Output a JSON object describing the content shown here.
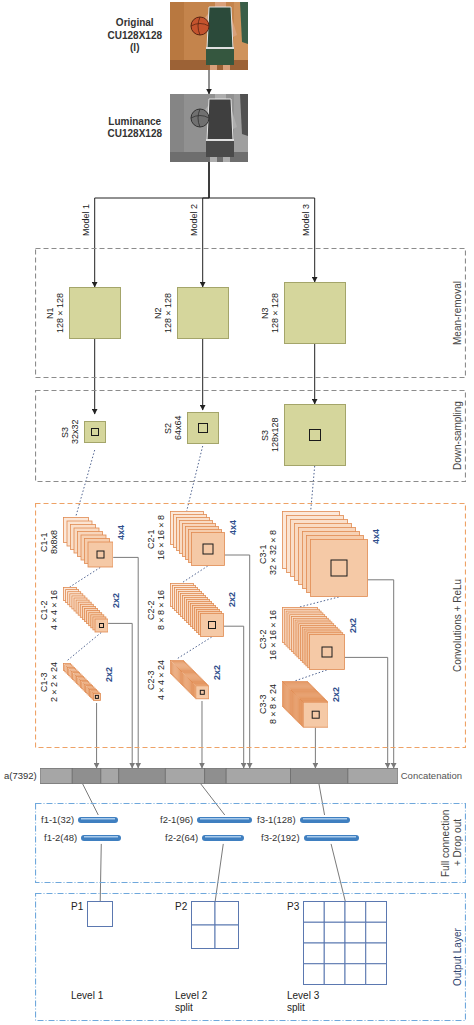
{
  "diagram": {
    "nodes": [
      {
        "text": [
          "Original CU128X128 (I)"
        ]
      },
      {
        "text": [
          "Luminance CU128X128"
        ]
      },
      {
        "text": [
          "Mean-removal"
        ]
      },
      {
        "text": [
          "N1 128×128"
        ],
        "in": 2
      },
      {
        "text": [
          "N2 128×128"
        ],
        "in": 2
      },
      {
        "text": [
          "N3 128×128"
        ],
        "in": 2
      },
      {
        "text": [
          "Down-sampling"
        ]
      },
      {
        "text": [
          "S3 32x32"
        ],
        "in": 6
      },
      {
        "text": [
          "S2 64x64"
        ],
        "in": 6
      },
      {
        "text": [
          "S3 128x128"
        ],
        "in": 6
      },
      {
        "text": [
          "Convolutions + ReLu"
        ]
      },
      {
        "text": [
          "C1-1 8x8x8"
        ],
        "in": 10
      },
      {
        "text": [
          "C1-2 4×4×16"
        ],
        "in": 10
      },
      {
        "text": [
          "C1-3 2×2×24"
        ],
        "in": 10
      },
      {
        "text": [
          "C2-1 16×16×8"
        ],
        "in": 10
      },
      {
        "text": [
          "C2-2 8×8×16"
        ],
        "in": 10
      },
      {
        "text": [
          "C2-3 4×4×24"
        ],
        "in": 10
      },
      {
        "text": [
          "C3-1 32×32×8"
        ],
        "in": 10
      },
      {
        "text": [
          "C3-2 16×16×16"
        ],
        "in": 10
      },
      {
        "text": [
          "C3-3 8×8×24"
        ],
        "in": 10
      },
      {
        "text": [
          "a(7392)",
          "Concatenation"
        ]
      },
      {
        "text": [
          "Full connection + Drop out"
        ]
      },
      {
        "text": [
          "f1-1(32)"
        ],
        "in": 21
      },
      {
        "text": [
          "f1-2(48)"
        ],
        "in": 21
      },
      {
        "text": [
          "f2-1(96)"
        ],
        "in": 21
      },
      {
        "text": [
          "f2-2(64)"
        ],
        "in": 21
      },
      {
        "text": [
          "f3-1(128)"
        ],
        "in": 21
      },
      {
        "text": [
          "f3-2(192)"
        ],
        "in": 21
      },
      {
        "text": [
          "Output Layer"
        ]
      },
      {
        "text": [
          "P1",
          "Level 1"
        ],
        "in": 28
      },
      {
        "text": [
          "P2",
          "Level 2 split"
        ],
        "in": 28
      },
      {
        "text": [
          "P3",
          "Level 3 split"
        ],
        "in": 28
      }
    ],
    "edges": [
      {
        "from": 0,
        "to": 1,
        "arrow": "to"
      },
      {
        "from": 1,
        "to": 3,
        "label": "Model 1",
        "arrow": "to"
      },
      {
        "from": 1,
        "to": 4,
        "label": "Model 2",
        "arrow": "to"
      },
      {
        "from": 1,
        "to": 5,
        "label": "Model 3",
        "arrow": "to"
      },
      {
        "from": 3,
        "to": 7,
        "arrow": "to"
      },
      {
        "from": 4,
        "to": 8,
        "arrow": "to"
      },
      {
        "from": 5,
        "to": 9,
        "arrow": "to"
      },
      {
        "from": 7,
        "to": 11,
        "label": "4x4",
        "arrow": "none"
      },
      {
        "from": 11,
        "to": 12,
        "label": "2x2",
        "arrow": "none"
      },
      {
        "from": 12,
        "to": 13,
        "label": "2x2",
        "arrow": "none"
      },
      {
        "from": 8,
        "to": 14,
        "label": "4x4",
        "arrow": "none"
      },
      {
        "from": 14,
        "to": 15,
        "label": "2x2",
        "arrow": "none"
      },
      {
        "from": 15,
        "to": 16,
        "label": "2x2",
        "arrow": "none"
      },
      {
        "from": 9,
        "to": 17,
        "label": "4x4",
        "arrow": "none"
      },
      {
        "from": 17,
        "to": 18,
        "label": "2x2",
        "arrow": "none"
      },
      {
        "from": 18,
        "to": 19,
        "label": "2x2",
        "arrow": "none"
      },
      {
        "from": 11,
        "to": 20,
        "arrow": "to"
      },
      {
        "from": 12,
        "to": 20,
        "arrow": "to"
      },
      {
        "from": 13,
        "to": 20,
        "arrow": "to"
      },
      {
        "from": 14,
        "to": 20,
        "arrow": "to"
      },
      {
        "from": 15,
        "to": 20,
        "arrow": "to"
      },
      {
        "from": 16,
        "to": 20,
        "arrow": "to"
      },
      {
        "from": 17,
        "to": 20,
        "arrow": "to"
      },
      {
        "from": 18,
        "to": 20,
        "arrow": "to"
      },
      {
        "from": 19,
        "to": 20,
        "arrow": "to"
      },
      {
        "from": 20,
        "to": 22,
        "arrow": "none"
      },
      {
        "from": 20,
        "to": 24,
        "arrow": "none"
      },
      {
        "from": 20,
        "to": 26,
        "arrow": "none"
      },
      {
        "from": 23,
        "to": 29,
        "arrow": "none"
      },
      {
        "from": 25,
        "to": 30,
        "arrow": "none"
      },
      {
        "from": 27,
        "to": 31,
        "arrow": "none"
      }
    ]
  }
}
